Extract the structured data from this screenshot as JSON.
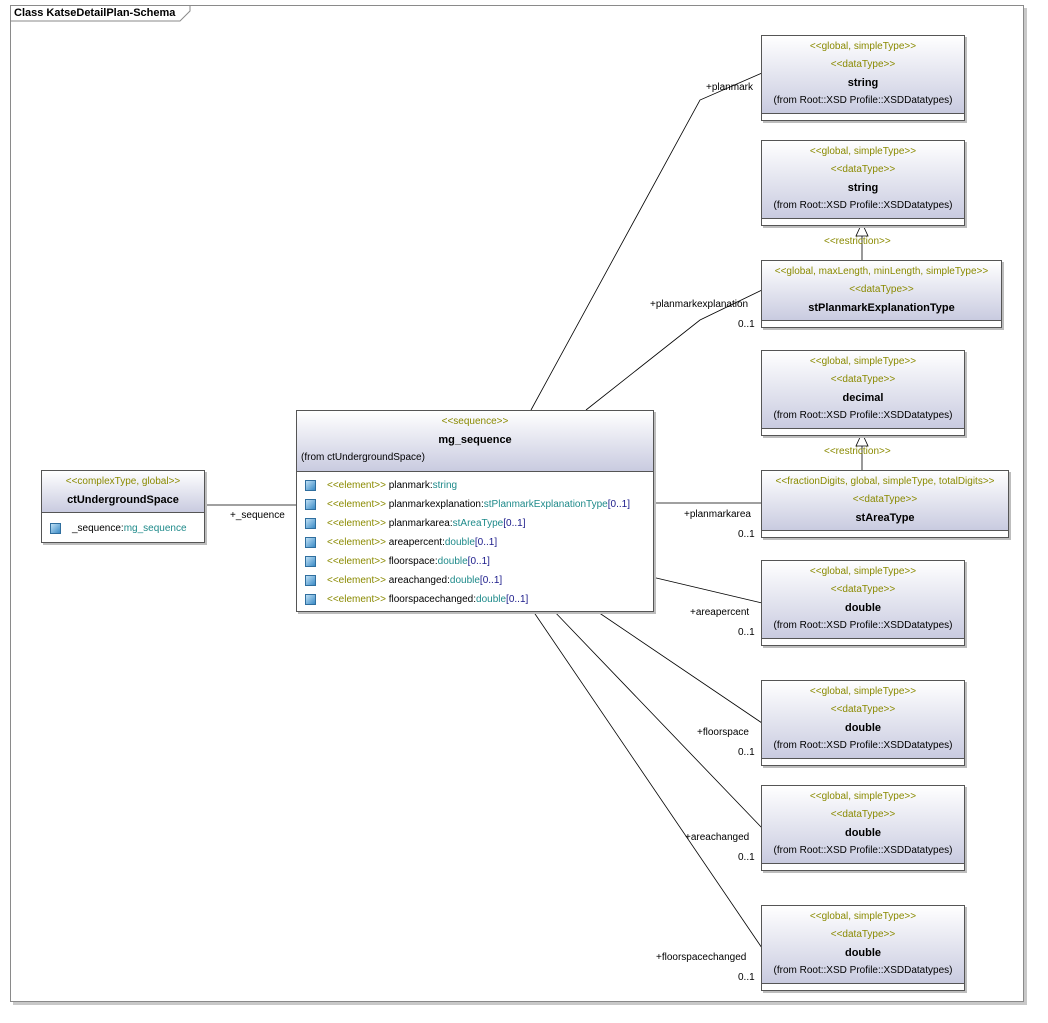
{
  "diagram": {
    "title": "Class KatseDetailPlan-Schema"
  },
  "classes": {
    "ctUnderground": {
      "stereotype": "<<complexType, global>>",
      "name": "ctUndergroundSpace",
      "attr_name": "_sequence:",
      "attr_type": "mg_sequence"
    },
    "mg_sequence": {
      "stereotype": "<<sequence>>",
      "name": "mg_sequence",
      "from": "(from ctUndergroundSpace)",
      "attributes": [
        {
          "stereo": "<<element>>",
          "name": " planmark:",
          "type": "string",
          "mult": ""
        },
        {
          "stereo": "<<element>>",
          "name": " planmarkexplanation:",
          "type": "stPlanmarkExplanationType",
          "mult": "[0..1]"
        },
        {
          "stereo": "<<element>>",
          "name": " planmarkarea:",
          "type": "stAreaType",
          "mult": "[0..1]"
        },
        {
          "stereo": "<<element>>",
          "name": " areapercent:",
          "type": "double",
          "mult": "[0..1]"
        },
        {
          "stereo": "<<element>>",
          "name": " floorspace:",
          "type": "double",
          "mult": "[0..1]"
        },
        {
          "stereo": "<<element>>",
          "name": " areachanged:",
          "type": "double",
          "mult": "[0..1]"
        },
        {
          "stereo": "<<element>>",
          "name": " floorspacechanged:",
          "type": "double",
          "mult": "[0..1]"
        }
      ]
    },
    "string1": {
      "stereo1": "<<global, simpleType>>",
      "stereo2": "<<dataType>>",
      "name": "string",
      "from": "(from Root::XSD Profile::XSDDatatypes)"
    },
    "string2": {
      "stereo1": "<<global, simpleType>>",
      "stereo2": "<<dataType>>",
      "name": "string",
      "from": "(from Root::XSD Profile::XSDDatatypes)"
    },
    "stPlanmark": {
      "stereo1": "<<global, maxLength, minLength, simpleType>>",
      "stereo2": "<<dataType>>",
      "name": "stPlanmarkExplanationType"
    },
    "decimal": {
      "stereo1": "<<global, simpleType>>",
      "stereo2": "<<dataType>>",
      "name": "decimal",
      "from": "(from Root::XSD Profile::XSDDatatypes)"
    },
    "stArea": {
      "stereo1": "<<fractionDigits, global, simpleType, totalDigits>>",
      "stereo2": "<<dataType>>",
      "name": "stAreaType"
    },
    "double1": {
      "stereo1": "<<global, simpleType>>",
      "stereo2": "<<dataType>>",
      "name": "double",
      "from": "(from Root::XSD Profile::XSDDatatypes)"
    },
    "double2": {
      "stereo1": "<<global, simpleType>>",
      "stereo2": "<<dataType>>",
      "name": "double",
      "from": "(from Root::XSD Profile::XSDDatatypes)"
    },
    "double3": {
      "stereo1": "<<global, simpleType>>",
      "stereo2": "<<dataType>>",
      "name": "double",
      "from": "(from Root::XSD Profile::XSDDatatypes)"
    },
    "double4": {
      "stereo1": "<<global, simpleType>>",
      "stereo2": "<<dataType>>",
      "name": "double",
      "from": "(from Root::XSD Profile::XSDDatatypes)"
    }
  },
  "labels": {
    "seq_role": "+_sequence",
    "planmark": "+planmark",
    "planmarkexplanation": "+planmarkexplanation",
    "planmarkarea": "+planmarkarea",
    "areapercent": "+areapercent",
    "floorspace": "+floorspace",
    "areachanged": "+areachanged",
    "floorspacechanged": "+floorspacechanged",
    "mult": "0..1",
    "restriction": "<<restriction>>"
  }
}
